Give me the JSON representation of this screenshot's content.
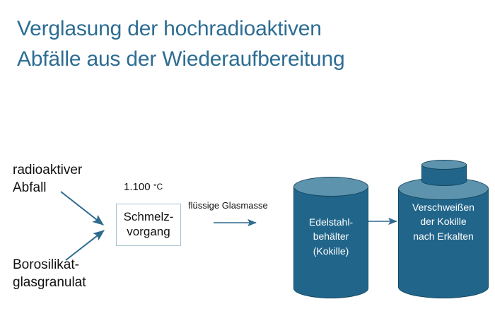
{
  "slide": {
    "title": "Verglasung der hochradioaktiven\nAbfälle aus der Wiederaufbereitung",
    "title_color": "#2d6d93",
    "background": "#ffffff"
  },
  "inputs": {
    "waste_label": "radioaktiver\nAbfall",
    "glass_label": "Borosilikat-\nglasgranulat"
  },
  "process": {
    "temperature_value": "1.100",
    "temperature_unit": "°C",
    "box_label": "Schmelz-\nvorgang",
    "box_border_color": "#a9c3d1",
    "flow_label": "flüssige Glasmasse"
  },
  "vessels": [
    {
      "id": "kokille",
      "caption": "Edelstahl-\nbehälter\n(Kokille)",
      "body_color": "#21658a",
      "top_color": "#5d93ad",
      "edge_color": "#12465f"
    },
    {
      "id": "welded",
      "caption": "Verschweißen\nder Kokille\nnach Erkalten",
      "body_color": "#21658a",
      "top_color": "#5d93ad",
      "edge_color": "#12465f"
    }
  ],
  "arrows": {
    "color": "#2e6b8f",
    "count": 4
  }
}
